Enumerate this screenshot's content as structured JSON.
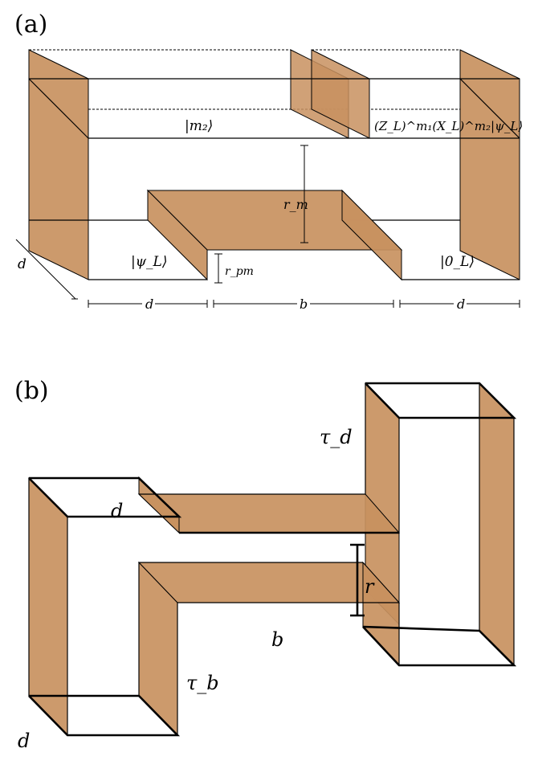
{
  "panel_a": {
    "label": "(a)",
    "ket_m2": "|m₂⟩",
    "ket_output": "(Z_L)^m₁(X_L)^m₂|ψ_L⟩",
    "ket_psi": "|ψ_L⟩",
    "ket_zero": "|0_L⟩",
    "r_m": "r_m",
    "r_pm": "r_pm",
    "depth": "d",
    "dim_left": "d",
    "dim_mid": "b",
    "dim_right": "d"
  },
  "panel_b": {
    "label": "(b)",
    "tau_d": "τ_d",
    "tau_b": "τ_b",
    "d_top": "d",
    "d_bottom": "d",
    "r": "r",
    "b": "b"
  },
  "colors": {
    "face": "#c8915f",
    "edge": "#000000"
  }
}
